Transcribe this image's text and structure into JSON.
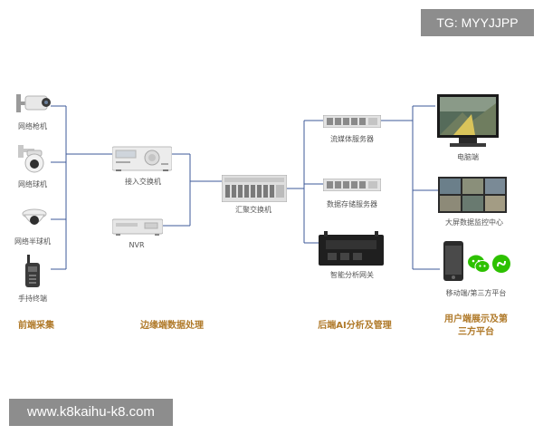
{
  "watermarks": {
    "top_right": "TG: MYYJJPP",
    "bottom_left": "www.k8kaihu-k8.com"
  },
  "devices": {
    "bullet_camera": "网络枪机",
    "dome_camera": "网络球机",
    "half_dome_camera": "网络半球机",
    "handheld_terminal": "手持终端",
    "access_switch": "接入交换机",
    "nvr": "NVR",
    "aggregation_switch": "汇聚交换机",
    "media_server": "流媒体服务器",
    "storage_server": "数据存储服务器",
    "ai_gateway": "智能分析网关",
    "pc": "电脑端",
    "video_wall": "大屏数据监控中心",
    "mobile": "移动端/第三方平台"
  },
  "sections": {
    "front": "前端采集",
    "edge": "边缘端数据处理",
    "backend": "后端AI分析及管理",
    "user_line1": "用户端展示及第",
    "user_line2": "三方平台"
  },
  "colors": {
    "wire": "#3d5a99",
    "section_text": "#b07a2a",
    "watermark_bg": "#8d8d8d"
  }
}
